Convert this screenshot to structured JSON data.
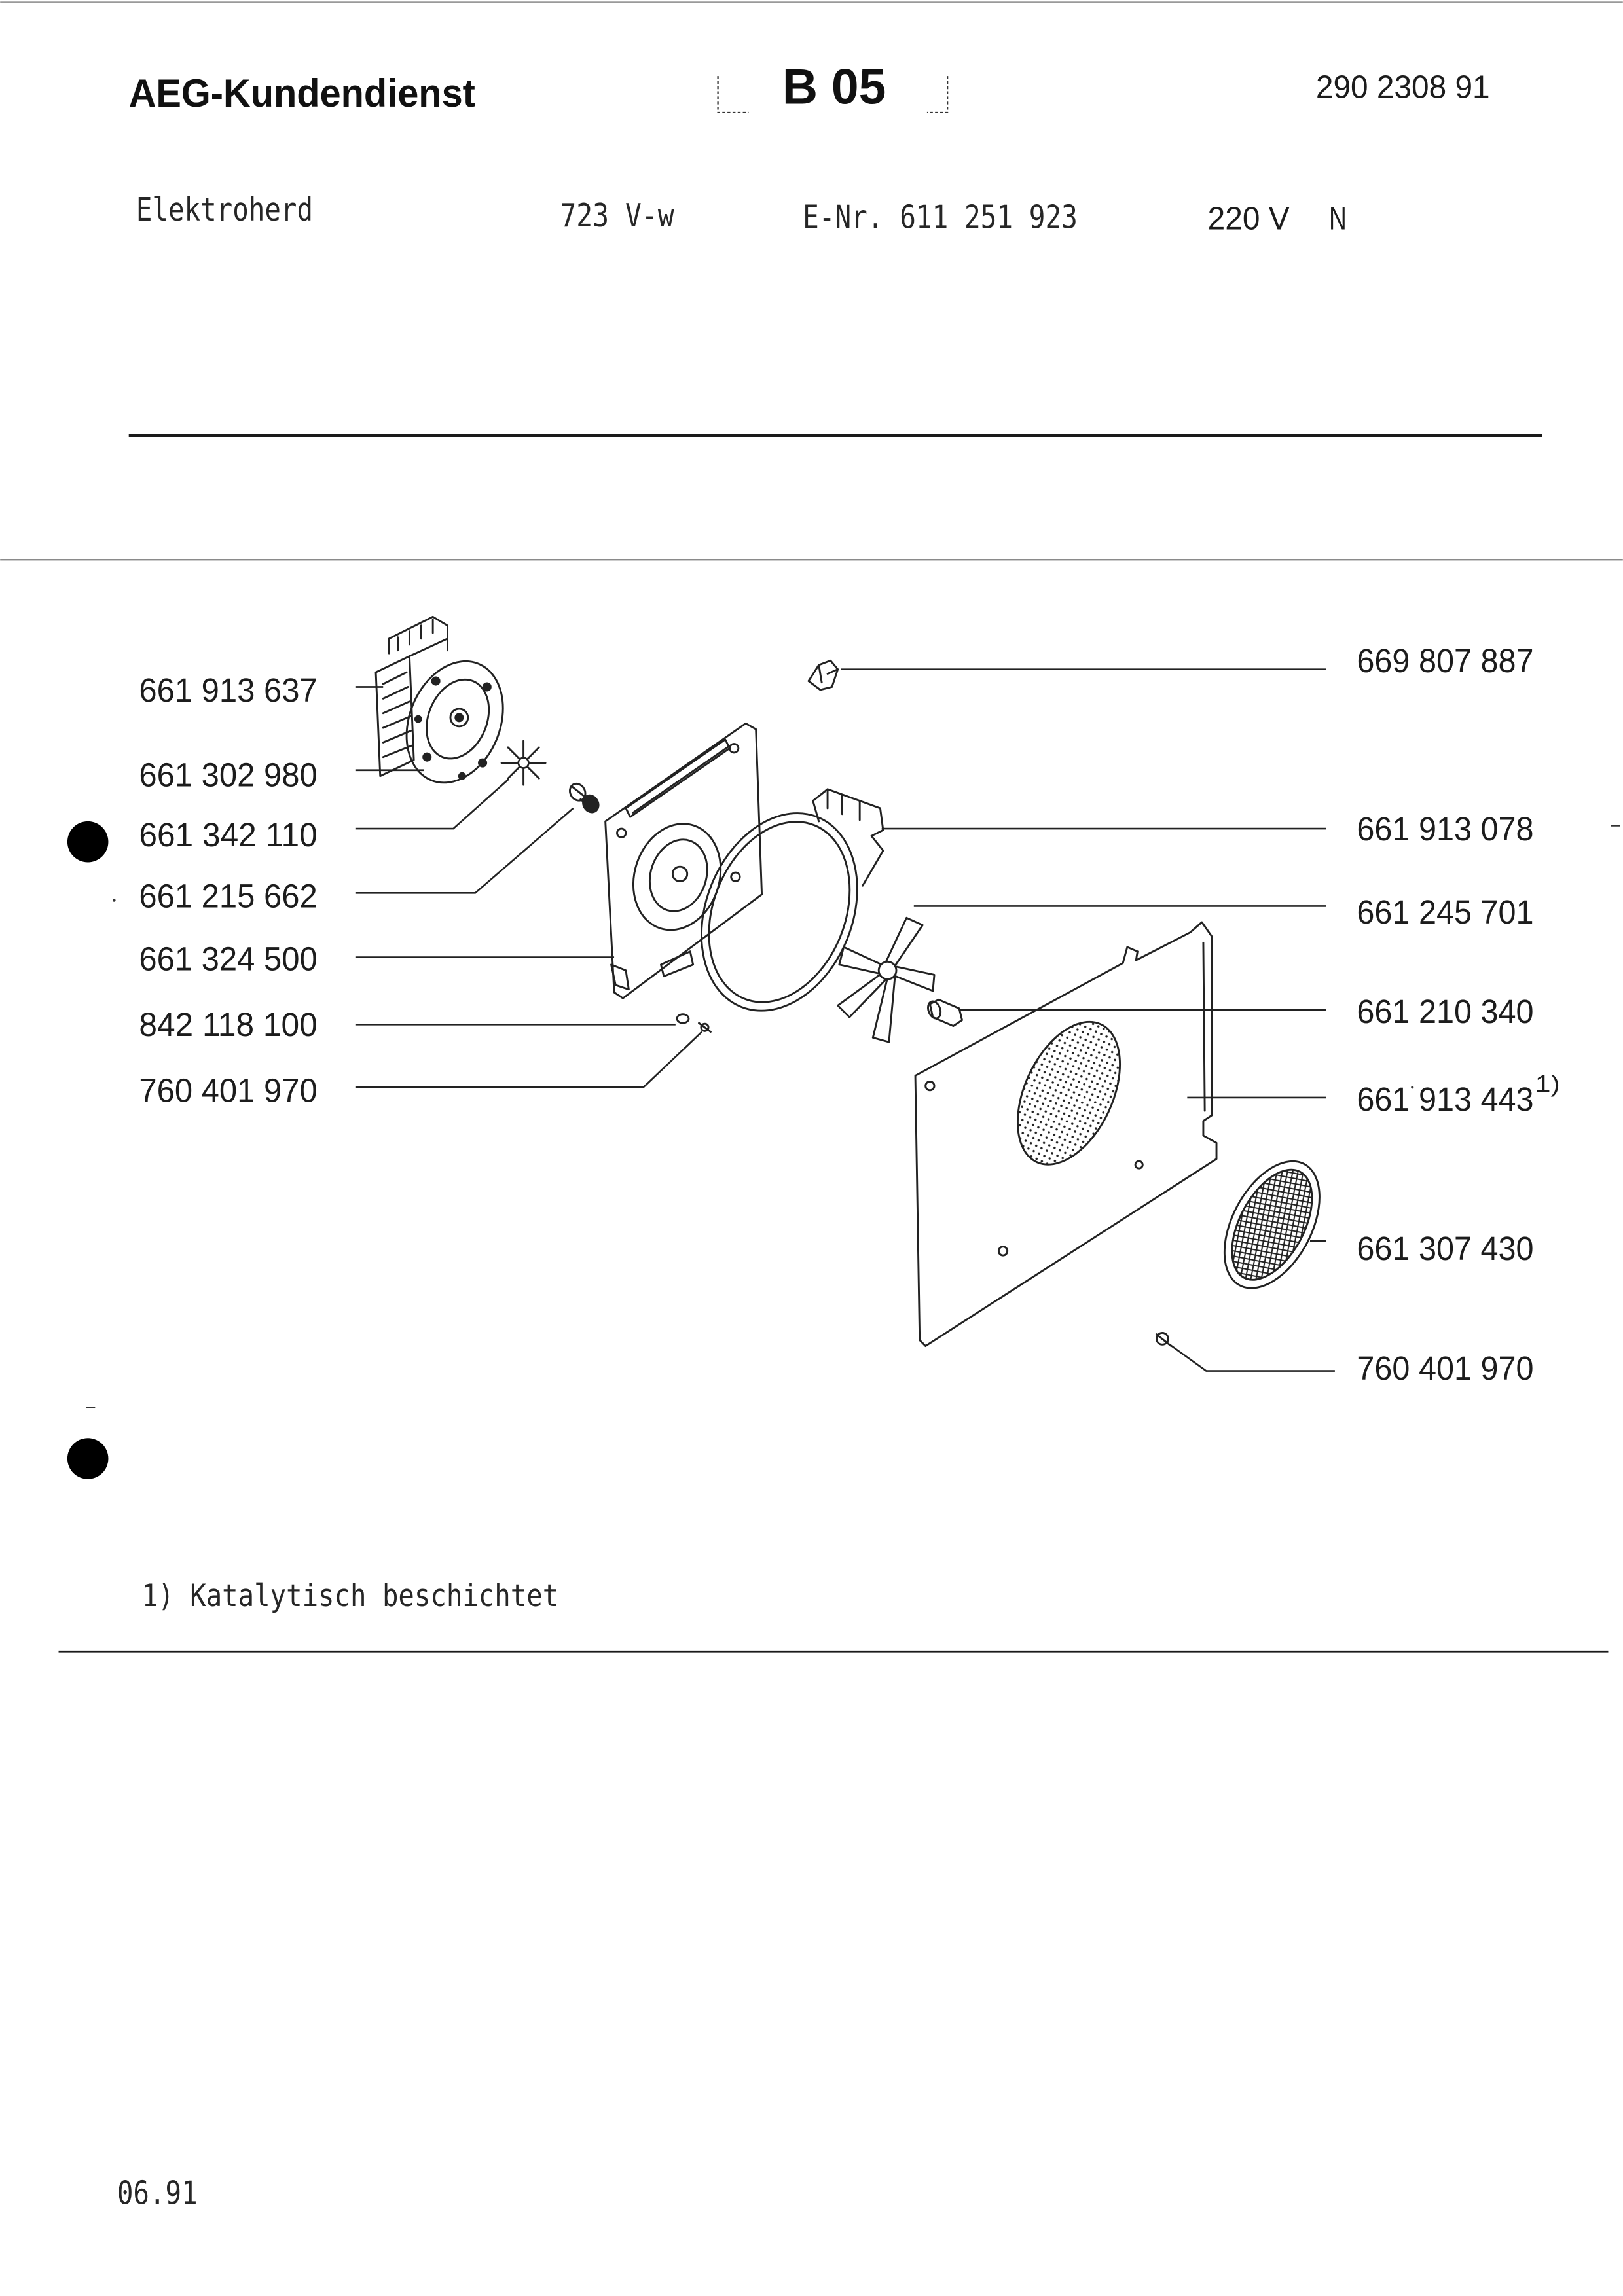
{
  "header": {
    "brand": "AEG-Kundendienst",
    "section": "B 05",
    "doc_number": "290 2308 91"
  },
  "appliance": {
    "type": "Elektroherd",
    "model": "723 V-w",
    "e_nr": "E-Nr. 611 251 923",
    "voltage": "220 V",
    "variant": "N"
  },
  "parts_left": [
    {
      "number": "661 913 637"
    },
    {
      "number": "661 302 980"
    },
    {
      "number": "661 342 110"
    },
    {
      "number": "661 215 662"
    },
    {
      "number": "661 324 500"
    },
    {
      "number": "842 118 100"
    },
    {
      "number": "760 401 970"
    }
  ],
  "parts_right": [
    {
      "number": "669 807 887"
    },
    {
      "number": "661 913 078"
    },
    {
      "number": "661 245 701"
    },
    {
      "number": "661 210 340"
    },
    {
      "number": "661 913 443",
      "note": "1)"
    },
    {
      "number": "661 307 430"
    },
    {
      "number": "760 401 970"
    }
  ],
  "footnote": "1) Katalytisch beschichtet",
  "date": "06.91"
}
